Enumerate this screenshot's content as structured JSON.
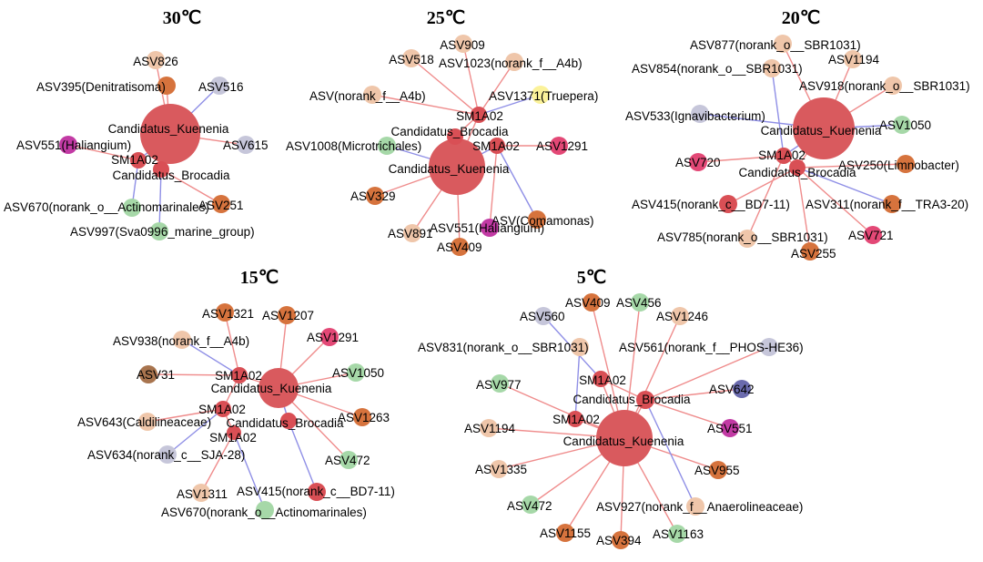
{
  "colors": {
    "edge_positive": "#ef8c8c",
    "edge_negative": "#8f8fe6",
    "node_kuenenia": "#d95a5e",
    "node_brocadia": "#d94f55",
    "node_orange": "#d6733d",
    "node_peach": "#efc6aa",
    "node_lavender": "#c6c6da",
    "node_green": "#a6d8a8",
    "node_magenta": "#c23aa4",
    "node_pink": "#e34876",
    "node_yellow": "#fbf29a",
    "node_brown": "#a8744e",
    "node_indigo": "#6b6bae"
  },
  "networks": [
    {
      "title": "30℃",
      "center_label": "Candidatus_Kuenenia",
      "second_label_a": "SM1A02",
      "second_label_b": "Candidatus_Brocadia",
      "nodes": [
        {
          "label": "ASV826"
        },
        {
          "label": "ASV395(Denitratisoma)"
        },
        {
          "label": "ASV516"
        },
        {
          "label": "ASV615"
        },
        {
          "label": "ASV551(Haliangium)"
        },
        {
          "label": "ASV251"
        },
        {
          "label": "ASV670(norank_o__Actinomarinales)"
        },
        {
          "label": "ASV997(Sva0996_marine_group)"
        }
      ]
    },
    {
      "title": "25℃",
      "center_label": "Candidatus_Kuenenia",
      "second_label_a": "SM1A02",
      "second_label_b": "Candidatus_Brocadia",
      "third_label": "SM1A02",
      "nodes": [
        {
          "label": "ASV909"
        },
        {
          "label": "ASV518"
        },
        {
          "label": "ASV1023(norank_f__A4b)"
        },
        {
          "label": "ASV(norank_f__A4b)"
        },
        {
          "label": "ASV1371(Truepera)"
        },
        {
          "label": "ASV1008(Microtrichales)"
        },
        {
          "label": "ASV1291"
        },
        {
          "label": "ASV329"
        },
        {
          "label": "ASV(Comamonas)"
        },
        {
          "label": "ASV891"
        },
        {
          "label": "ASV551(Haliangium)"
        },
        {
          "label": "ASV409"
        }
      ]
    },
    {
      "title": "20℃",
      "center_label": "Candidatus_Kuenenia",
      "second_label_a": "SM1A02",
      "second_label_b": "Candidatus_Brocadia",
      "nodes": [
        {
          "label": "ASV877(norank_o__SBR1031)"
        },
        {
          "label": "ASV1194"
        },
        {
          "label": "ASV854(norank_o__SBR1031)"
        },
        {
          "label": "ASV918(norank_o__SBR1031)"
        },
        {
          "label": "ASV533(Ignavibacterium)"
        },
        {
          "label": "ASV1050"
        },
        {
          "label": "ASV720"
        },
        {
          "label": "ASV250(Limnobacter)"
        },
        {
          "label": "ASV415(norank_c__BD7-11)"
        },
        {
          "label": "ASV311(norank_f__TRA3-20)"
        },
        {
          "label": "ASV785(norank_o__SBR1031)"
        },
        {
          "label": "ASV721"
        },
        {
          "label": "ASV255"
        }
      ]
    },
    {
      "title": "15℃",
      "center_label": "Candidatus_Kuenenia",
      "second_label_a": "SM1A02",
      "second_label_b": "Candidatus_Brocadia",
      "third_label_a": "SM1A02",
      "third_label_b": "SM1A02",
      "nodes": [
        {
          "label": "ASV1321"
        },
        {
          "label": "ASV1207"
        },
        {
          "label": "ASV938(norank_f__A4b)"
        },
        {
          "label": "ASV1291"
        },
        {
          "label": "ASV31"
        },
        {
          "label": "ASV1050"
        },
        {
          "label": "ASV643(Caldilineaceae)"
        },
        {
          "label": "ASV1263"
        },
        {
          "label": "ASV472"
        },
        {
          "label": "ASV634(norank_c__SJA-28)"
        },
        {
          "label": "ASV415(norank_c__BD7-11)"
        },
        {
          "label": "ASV1311"
        },
        {
          "label": "ASV670(norank_o__Actinomarinales)"
        }
      ]
    },
    {
      "title": "5℃",
      "center_label": "Candidatus_Kuenenia",
      "second_label_a": "SM1A02",
      "second_label_b": "Candidatus_Brocadia",
      "third_label": "SM1A02",
      "nodes": [
        {
          "label": "ASV409"
        },
        {
          "label": "ASV456"
        },
        {
          "label": "ASV560"
        },
        {
          "label": "ASV1246"
        },
        {
          "label": "ASV831(norank_o__SBR1031)"
        },
        {
          "label": "ASV561(norank_f__PHOS-HE36)"
        },
        {
          "label": "ASV977"
        },
        {
          "label": "ASV642"
        },
        {
          "label": "ASV1194"
        },
        {
          "label": "ASV551"
        },
        {
          "label": "ASV1335"
        },
        {
          "label": "ASV955"
        },
        {
          "label": "ASV472"
        },
        {
          "label": "ASV927(norank_f__Anaerolineaceae)"
        },
        {
          "label": "ASV1155"
        },
        {
          "label": "ASV394"
        },
        {
          "label": "ASV1163"
        }
      ]
    }
  ]
}
